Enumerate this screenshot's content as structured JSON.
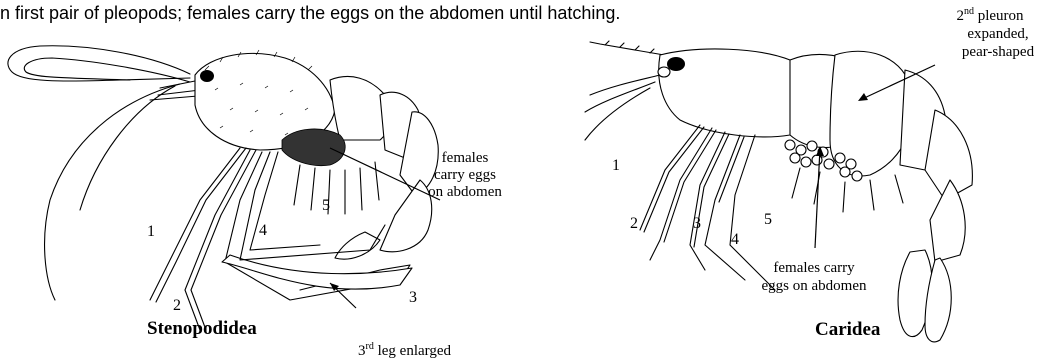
{
  "caption": "n first pair of pleopods; females carry the eggs on the abdomen until hatching.",
  "left_figure": {
    "name": "Stenopodidea",
    "leg_numbers": [
      "1",
      "2",
      "3",
      "4",
      "5"
    ],
    "egg_label": [
      "females",
      "carry eggs",
      "on abdomen"
    ],
    "leg_label_prefix": "3",
    "leg_label_sup": "rd",
    "leg_label_suffix": " leg enlarged"
  },
  "right_figure": {
    "name": "Caridea",
    "leg_numbers": [
      "1",
      "2",
      "3",
      "4",
      "5"
    ],
    "egg_label": [
      "females carry",
      "eggs on abdomen"
    ],
    "pleuron_label_prefix": "2",
    "pleuron_label_sup": "nd",
    "pleuron_label_suffix": " pleuron",
    "pleuron_label_lines": [
      "expanded,",
      "pear-shaped"
    ]
  }
}
